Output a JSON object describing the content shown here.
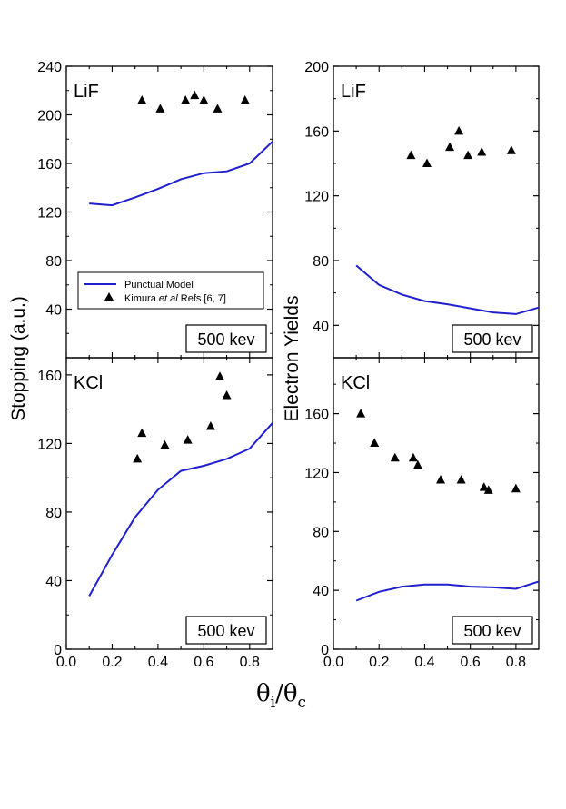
{
  "xlabel": {
    "theta": "θ",
    "sub_i": "i",
    "slash": "/",
    "sub_c": "c"
  },
  "ylabels": {
    "left": "Stopping (a.u.)",
    "right": "Electron Yields"
  },
  "legend": {
    "model_label": "Punctual Model",
    "exp_prefix": "Kimura ",
    "exp_italic": "et al",
    "exp_suffix": " Refs.[6, 7]"
  },
  "colors": {
    "model": "#1f1fd0",
    "exp": "#000000",
    "axes": "#000000"
  },
  "chart_data": [
    {
      "type": "line",
      "panel": "top-left",
      "material": "LiF",
      "energy_label": "500 kev",
      "xlim": [
        0.0,
        0.9
      ],
      "ylim": [
        0,
        240
      ],
      "yticks": [
        40,
        80,
        120,
        160,
        200,
        240
      ],
      "xticks": [],
      "series": [
        {
          "name": "Punctual Model",
          "kind": "line",
          "x": [
            0.1,
            0.2,
            0.3,
            0.4,
            0.5,
            0.6,
            0.7,
            0.8,
            0.9
          ],
          "y": [
            127,
            125.5,
            132,
            139,
            147,
            152,
            153.5,
            160,
            178
          ]
        },
        {
          "name": "Kimura et al Refs.[6, 7]",
          "kind": "scatter",
          "x": [
            0.33,
            0.41,
            0.52,
            0.56,
            0.6,
            0.66,
            0.78
          ],
          "y": [
            212,
            205,
            212,
            216,
            212,
            205,
            212
          ]
        }
      ]
    },
    {
      "type": "line",
      "panel": "top-right",
      "material": "LiF",
      "energy_label": "500 kev",
      "xlim": [
        0.0,
        0.9
      ],
      "ylim": [
        20,
        200
      ],
      "yticks": [
        40,
        80,
        120,
        160,
        200
      ],
      "xticks": [],
      "series": [
        {
          "name": "Punctual Model",
          "kind": "line",
          "x": [
            0.1,
            0.2,
            0.3,
            0.4,
            0.5,
            0.6,
            0.7,
            0.8,
            0.9
          ],
          "y": [
            77,
            65,
            59,
            55,
            53,
            50.5,
            48,
            47,
            51
          ]
        },
        {
          "name": "Kimura et al Refs.[6, 7]",
          "kind": "scatter",
          "x": [
            0.34,
            0.41,
            0.51,
            0.55,
            0.59,
            0.65,
            0.78
          ],
          "y": [
            145,
            140,
            150,
            160,
            145,
            147,
            148
          ]
        }
      ]
    },
    {
      "type": "line",
      "panel": "bottom-left",
      "material": "KCl",
      "energy_label": "500 kev",
      "xlim": [
        0.0,
        0.9
      ],
      "ylim": [
        0,
        170
      ],
      "yticks": [
        0,
        40,
        80,
        120,
        160
      ],
      "xticks": [
        0.0,
        0.2,
        0.4,
        0.6,
        0.8
      ],
      "series": [
        {
          "name": "Punctual Model",
          "kind": "line",
          "x": [
            0.1,
            0.2,
            0.3,
            0.4,
            0.5,
            0.6,
            0.7,
            0.8,
            0.9
          ],
          "y": [
            31,
            55,
            77,
            93,
            104,
            107,
            111,
            117,
            132
          ]
        },
        {
          "name": "Kimura et al Refs.[6, 7]",
          "kind": "scatter",
          "x": [
            0.31,
            0.33,
            0.43,
            0.53,
            0.63,
            0.67,
            0.7
          ],
          "y": [
            111,
            126,
            119,
            122,
            130,
            159,
            148
          ]
        }
      ]
    },
    {
      "type": "line",
      "panel": "bottom-right",
      "material": "KCl",
      "energy_label": "500 kev",
      "xlim": [
        0.0,
        0.9
      ],
      "ylim": [
        0,
        198
      ],
      "yticks": [
        0,
        40,
        80,
        120,
        160
      ],
      "xticks": [
        0.0,
        0.2,
        0.4,
        0.6,
        0.8
      ],
      "series": [
        {
          "name": "Punctual Model",
          "kind": "line",
          "x": [
            0.1,
            0.2,
            0.3,
            0.4,
            0.5,
            0.6,
            0.7,
            0.8,
            0.9
          ],
          "y": [
            33,
            39,
            42.5,
            44,
            44,
            42.5,
            42,
            41,
            46
          ]
        },
        {
          "name": "Kimura et al Refs.[6, 7]",
          "kind": "scatter",
          "x": [
            0.12,
            0.18,
            0.27,
            0.35,
            0.37,
            0.47,
            0.56,
            0.66,
            0.68,
            0.8
          ],
          "y": [
            160,
            140,
            130,
            130,
            125,
            115,
            115,
            110,
            108,
            109
          ]
        }
      ]
    }
  ]
}
